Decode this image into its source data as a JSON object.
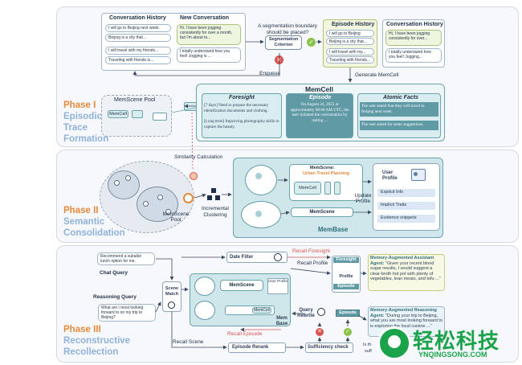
{
  "phase1": {
    "label_num": "Phase I",
    "label_name_1": "Episodic",
    "label_name_2": "Trace",
    "label_name_3": "Formation",
    "conv_history_title": "Conversation History",
    "conv_history_msgs": [
      "I will go to Beijing next week.",
      "Beijing is a city that...",
      "I will travel with my friends...",
      "Traveling with friends is..."
    ],
    "new_conv_title": "New Conversation",
    "new_conv_msgs": [
      "Hi, I have been jogging consistently for over a month, but I'm about to...",
      "I totally understand how you feel! Jogging is ..."
    ],
    "question": "A segmentation boundary should be placed?",
    "criterion": "Segmentation Criterion",
    "enqueue": "Enqueue",
    "episode_history_title": "Episode History",
    "episode_history_msgs": [
      "I will go to Beijing next...",
      "Beijing is a city that...",
      "I will travel with my...",
      "Traveling with friends..."
    ],
    "conv_history2_title": "Conversation History",
    "conv_history2_msgs": [
      "Hi, I have been jogging consistently for over...",
      "I totally understand how you feel! Jogging..."
    ],
    "generate": "Generate MemCell",
    "pool_title": "MemScene Pool",
    "memcell_chip": "MemCell",
    "memcell_title": "MemCell",
    "foresight_title": "Foresight",
    "foresight_1": "[7 days] Need to prepare the necessary identification documents and clothing.",
    "foresight_2": "[Long term] Improving photography skills to capture the beauty.",
    "episode_title": "Episode",
    "episode_text": "On August 24, 2025 at approximately 08:00 AM UTC, the user initiated the conversation by stating ...",
    "atomic_title": "Atomic Facts",
    "atomic_1": "The user stated that they will travel to Beijing next week.",
    "atomic_2": "The user asked for some suggestions."
  },
  "phase2": {
    "label_num": "Phase II",
    "label_name_1": "Semantic",
    "label_name_2": "Consolidation",
    "similarity": "Similarity Calculation",
    "memscene_pool": "MemScene Pool",
    "incremental": "Incremental Clustering",
    "memscene_urban": "MemScene:",
    "urban": "Urban Travel Planning",
    "memcell": "MemCell",
    "memscene": "MemScene",
    "update_profile": "Update Profile",
    "user_profile": "User Profile",
    "profile_items": [
      "Explicit Info",
      "Implicit Traits",
      "Evidence snippets"
    ],
    "membase": "MemBase"
  },
  "phase3": {
    "label_num": "Phase III",
    "label_name_1": "Reconstructive",
    "label_name_2": "Recollection",
    "chat_query_msg": "Recommend a suitable lunch option for me.",
    "chat_query": "Chat Query",
    "reasoning_query": "Reasoning Query",
    "reasoning_msg": "What am I most looking forward to on my trip to Beijing?",
    "scene_match": "Scene Match",
    "date_filter": "Date Filter",
    "recall_foresight": "Recall Foresight",
    "recall_profile": "Recall Profile",
    "memscene": "MemScene",
    "user_profile": "User Profile",
    "memcell": "MemCell",
    "mem_base": "Mem Base",
    "query_rewrite": "Query Rewrite",
    "recall_episode": "Recall Episode",
    "recall_scene": "Recall Scene",
    "episode_rerank": "Episode Rerank",
    "sufficiency": "Sufficiency check",
    "is_that": "Is th",
    "suff": "suff",
    "foresight": "Foresight",
    "profile": "Profile",
    "episode": "Episode",
    "answer1_title": "Memory-Augmented Assistant Agent:",
    "answer1_text": "\"Given your recent blood sugar results, I would suggest a clear-broth hot pot with plenty of vegetables, lean meats, and tofu ...\"",
    "answer2_title": "Memory-Augmented Reasoning Agent:",
    "answer2_text": "\"During your trip to Beijing, what you are most looking forward to is exploring the local cuisine ...\""
  },
  "watermark": {
    "cn": "轻松科技",
    "en": "YNQINGSONG.COM"
  },
  "colors": {
    "phase_num": "#e58a3c",
    "phase_name": "#8fb3d9",
    "teal": "#6aa3ad",
    "red": "#d9534f",
    "green_brand": "#1aa34a"
  }
}
